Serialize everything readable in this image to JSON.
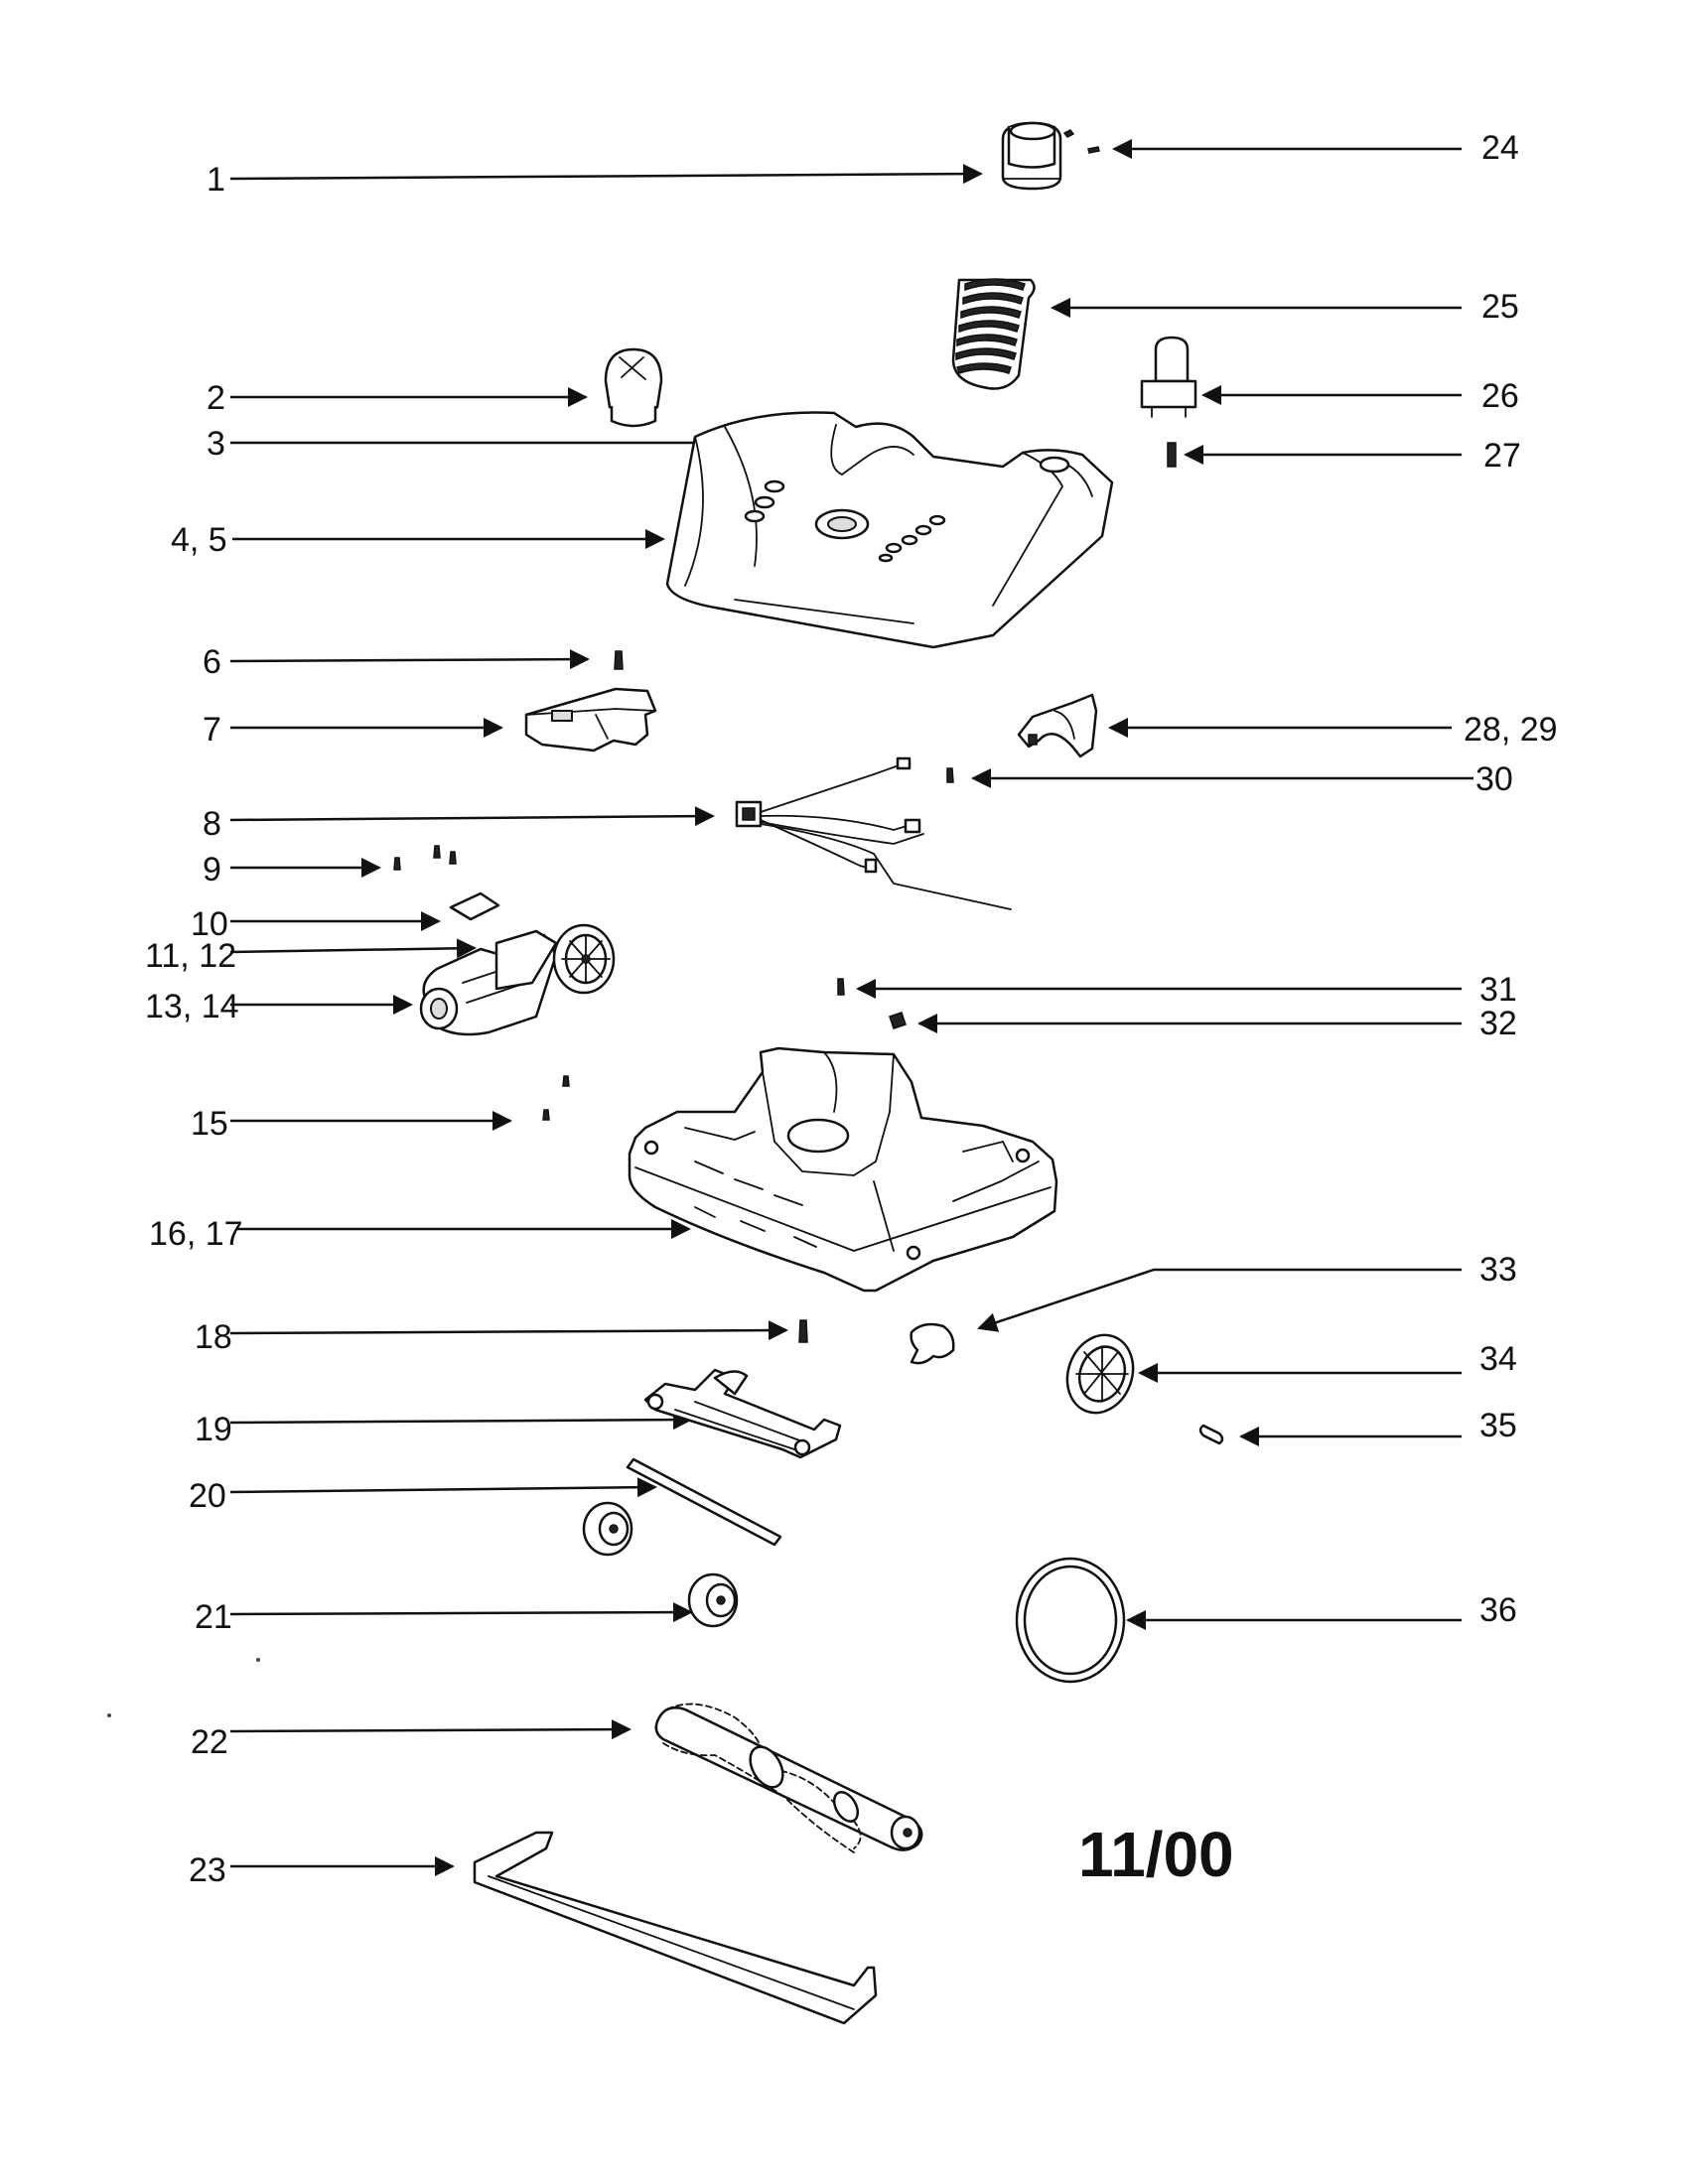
{
  "callouts": {
    "c1": "1",
    "c2": "2",
    "c3": "3",
    "c4_5": "4, 5",
    "c6": "6",
    "c7": "7",
    "c8": "8",
    "c9": "9",
    "c10": "10",
    "c11_12": "11, 12",
    "c13_14": "13, 14",
    "c15": "15",
    "c16_17": "16, 17",
    "c18": "18",
    "c19": "19",
    "c20": "20",
    "c21": "21",
    "c22": "22",
    "c23": "23",
    "c24": "24",
    "c25": "25",
    "c26": "26",
    "c27": "27",
    "c28_29": "28, 29",
    "c30": "30",
    "c31": "31",
    "c32": "32",
    "c33": "33",
    "c34": "34",
    "c35": "35",
    "c36": "36"
  },
  "date_code": "11/00"
}
